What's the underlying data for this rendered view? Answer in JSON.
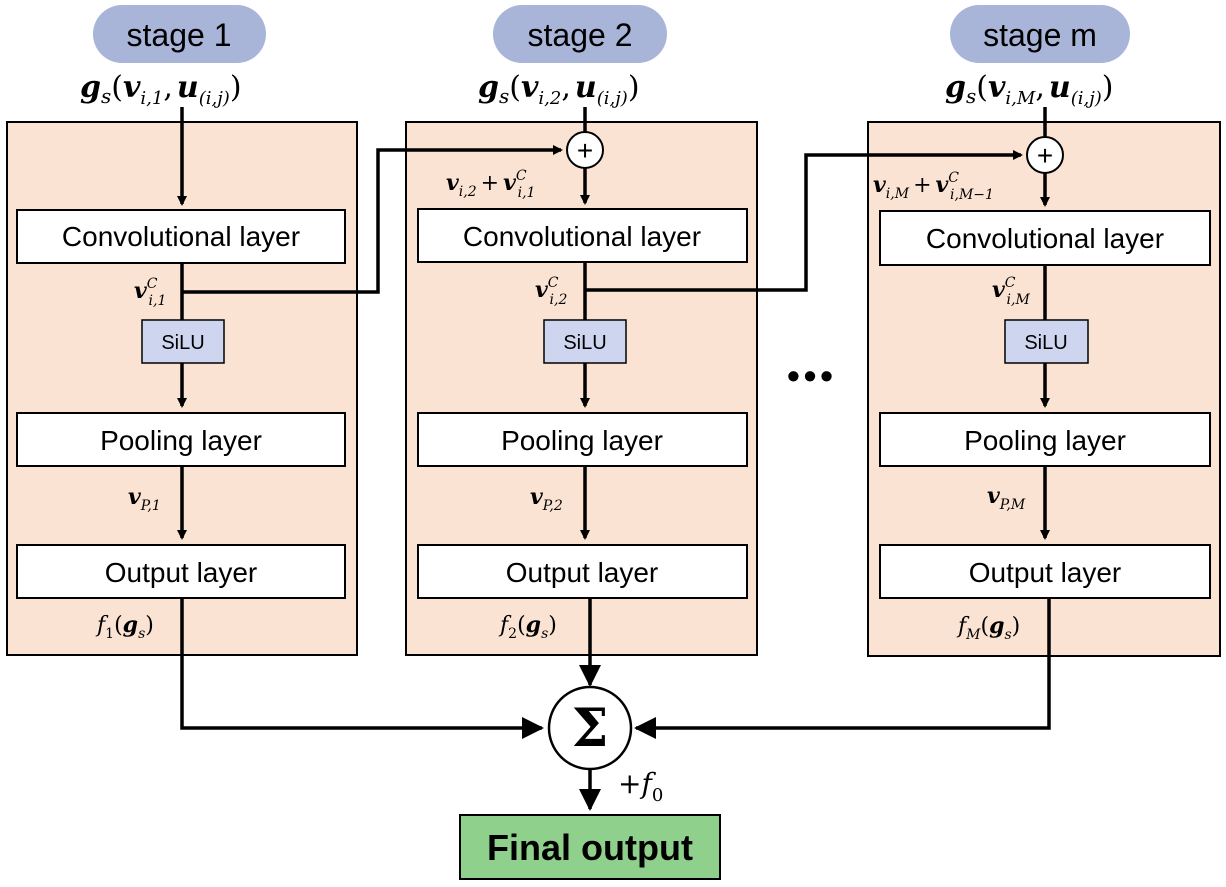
{
  "stages": [
    {
      "label": "stage 1",
      "input_g": "g",
      "input_s": "s",
      "input_open": "(",
      "input_v": "v",
      "input_vsub": "i,1",
      "input_comma": ",",
      "input_u": "u",
      "input_usub": "(i,j)",
      "input_close": ")",
      "conv": "Convolutional layer",
      "vc_v": "v",
      "vc_sup": "C",
      "vc_sub": "i,1",
      "silu": "SiLU",
      "pool": "Pooling layer",
      "vp_v": "v",
      "vp_sub": "P,1",
      "out": "Output layer",
      "f_f": "f",
      "f_sub": "1",
      "f_open": "(",
      "f_g": "g",
      "f_s": "s",
      "f_close": ")"
    },
    {
      "label": "stage 2",
      "input_g": "g",
      "input_s": "s",
      "input_open": "(",
      "input_v": "v",
      "input_vsub": "i,2",
      "input_comma": ",",
      "input_u": "u",
      "input_usub": "(i,j)",
      "input_close": ")",
      "plus": "+",
      "sum_v": "v",
      "sum_vsub": "i,2",
      "sum_op": "+",
      "sum_v2": "v",
      "sum_sup": "C",
      "sum_sub2": "i,1",
      "conv": "Convolutional layer",
      "vc_v": "v",
      "vc_sup": "C",
      "vc_sub": "i,2",
      "silu": "SiLU",
      "pool": "Pooling layer",
      "vp_v": "v",
      "vp_sub": "P,2",
      "out": "Output layer",
      "f_f": "f",
      "f_sub": "2",
      "f_open": "(",
      "f_g": "g",
      "f_s": "s",
      "f_close": ")"
    },
    {
      "label": "stage m",
      "input_g": "g",
      "input_s": "s",
      "input_open": "(",
      "input_v": "v",
      "input_vsub": "i,M",
      "input_comma": ",",
      "input_u": "u",
      "input_usub": "(i,j)",
      "input_close": ")",
      "plus": "+",
      "sum_v": "v",
      "sum_vsub": "i,M",
      "sum_op": "+",
      "sum_v2": "v",
      "sum_sup": "C",
      "sum_sub2": "i,M−1",
      "conv": "Convolutional layer",
      "vc_v": "v",
      "vc_sup": "C",
      "vc_sub": "i,M",
      "silu": "SiLU",
      "pool": "Pooling layer",
      "vp_v": "v",
      "vp_sub": "P,M",
      "out": "Output layer",
      "f_f": "f",
      "f_sub": "M",
      "f_open": "(",
      "f_g": "g",
      "f_s": "s",
      "f_close": ")"
    }
  ],
  "ellipsis": "•••",
  "sum_symbol": "Σ",
  "f0_plus": "+",
  "f0_f": "f",
  "f0_sub": "0",
  "final_output": "Final output",
  "colors": {
    "panel": "#fbe3d4",
    "pill": "#a9b5d8",
    "silu": "#cdd6ee",
    "final": "#8fd18c"
  }
}
